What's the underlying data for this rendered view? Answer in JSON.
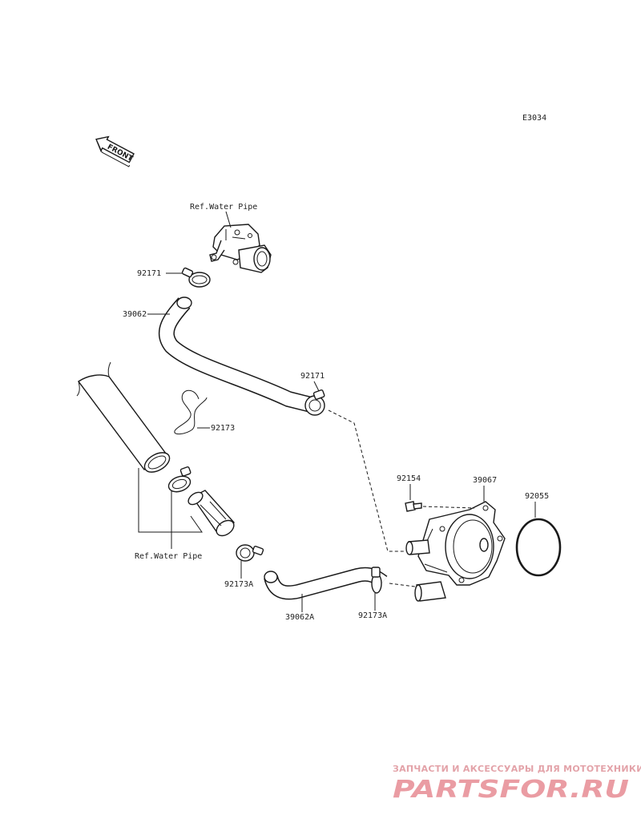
{
  "diagram_code": "E3034",
  "direction_label": "FRONT",
  "labels": {
    "ref_top": "Ref.Water Pipe",
    "ref_bottom": "Ref.Water Pipe",
    "p92171_top": "92171",
    "p39062": "39062",
    "p92171_mid": "92171",
    "p92173": "92173",
    "p92154": "92154",
    "p39067": "39067",
    "p92055": "92055",
    "p92173A_left": "92173A",
    "p39062A": "39062A",
    "p92173A_right": "92173A"
  },
  "watermark": {
    "line1": "ЗАПЧАСТИ И АКСЕССУАРЫ ДЛЯ МОТОТЕХНИКИ",
    "line2": "PARTSFOR.RU"
  }
}
